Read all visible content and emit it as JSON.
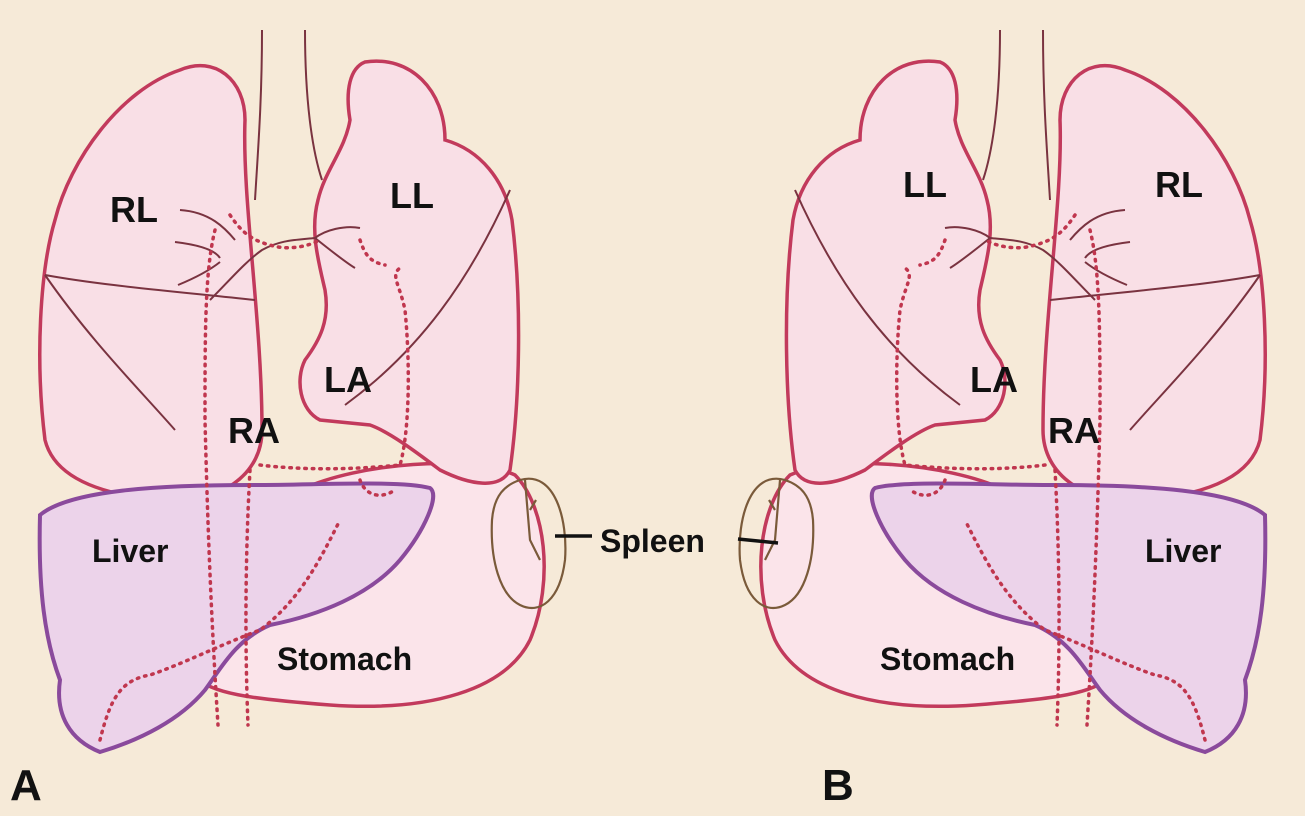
{
  "labels": {
    "right_lung": "RL",
    "left_lung": "LL",
    "left_atrium": "LA",
    "right_atrium": "RA",
    "liver": "Liver",
    "stomach": "Stomach",
    "spleen": "Spleen"
  },
  "panels": {
    "a": "A",
    "b": "B"
  },
  "colors": {
    "background": "#f6ead8",
    "lung_outline": "#c23a5c",
    "liver_outline": "#8a4a9c",
    "dotted_vessels": "#c0364e"
  }
}
